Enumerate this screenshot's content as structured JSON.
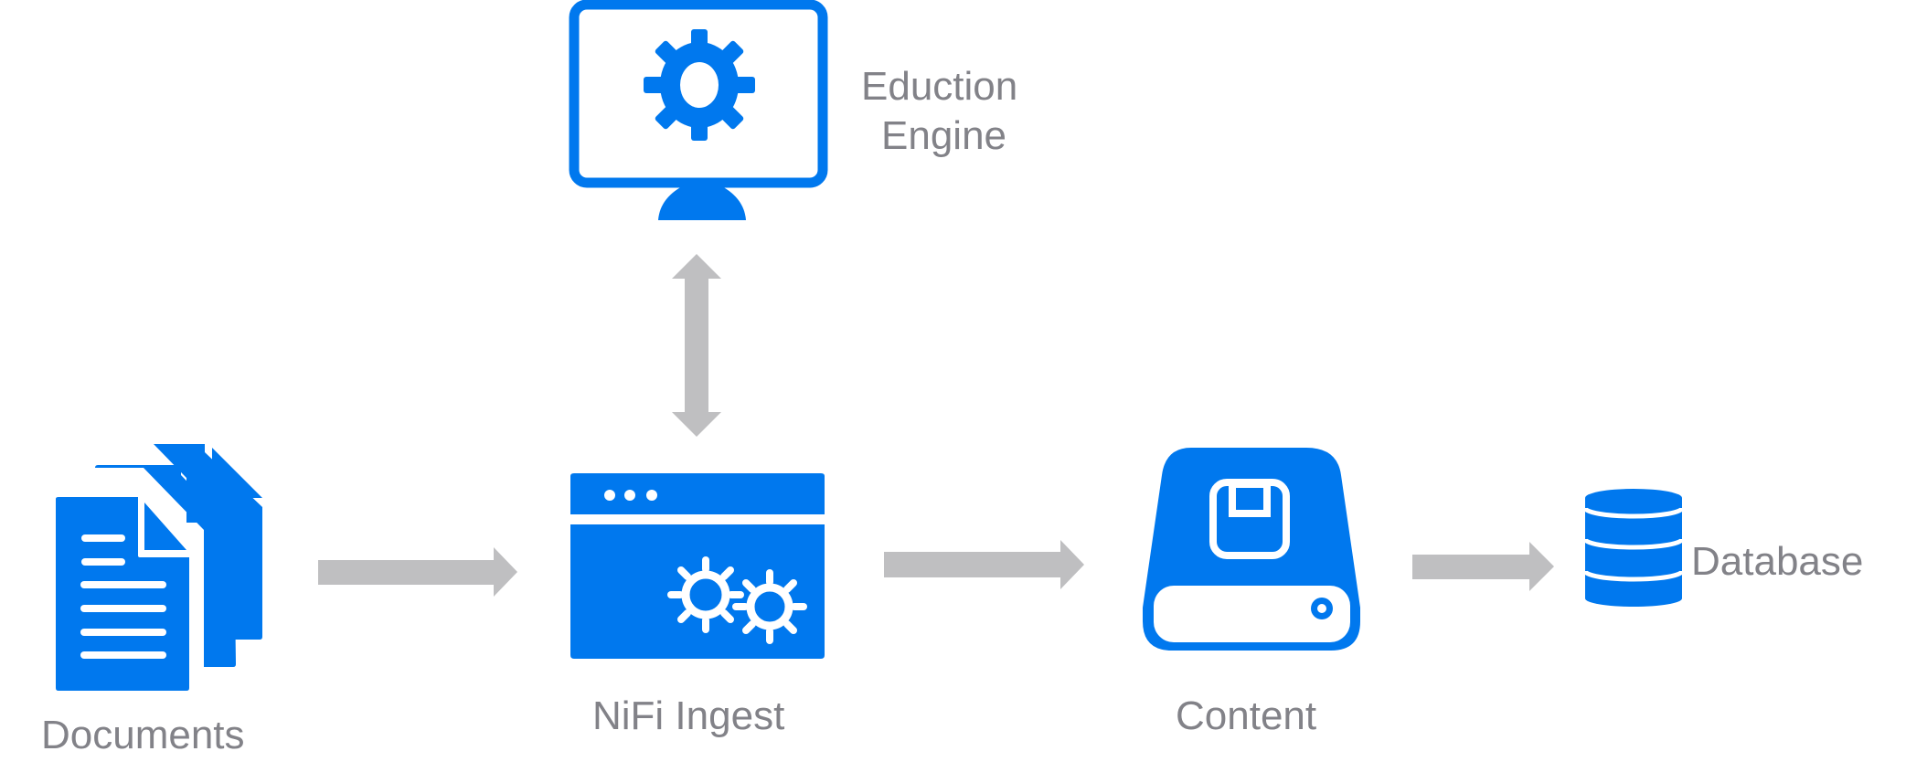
{
  "diagram": {
    "type": "flow",
    "colors": {
      "icon": "#0078EE",
      "arrow": "#BFBFC1",
      "label": "#828288"
    },
    "nodes": [
      {
        "id": "documents",
        "label": "Documents",
        "icon": "documents-icon"
      },
      {
        "id": "nifi",
        "label": "NiFi Ingest",
        "icon": "browser-gears-icon"
      },
      {
        "id": "eduction",
        "label_line1": "Eduction",
        "label_line2": "Engine",
        "icon": "monitor-gear-icon"
      },
      {
        "id": "content",
        "label": "Content",
        "icon": "storage-drive-icon"
      },
      {
        "id": "database",
        "label": "Database",
        "icon": "database-icon"
      }
    ],
    "edges": [
      {
        "from": "documents",
        "to": "nifi",
        "direction": "one-way"
      },
      {
        "from": "nifi",
        "to": "eduction",
        "direction": "two-way"
      },
      {
        "from": "nifi",
        "to": "content",
        "direction": "one-way"
      },
      {
        "from": "content",
        "to": "database",
        "direction": "one-way"
      }
    ]
  }
}
